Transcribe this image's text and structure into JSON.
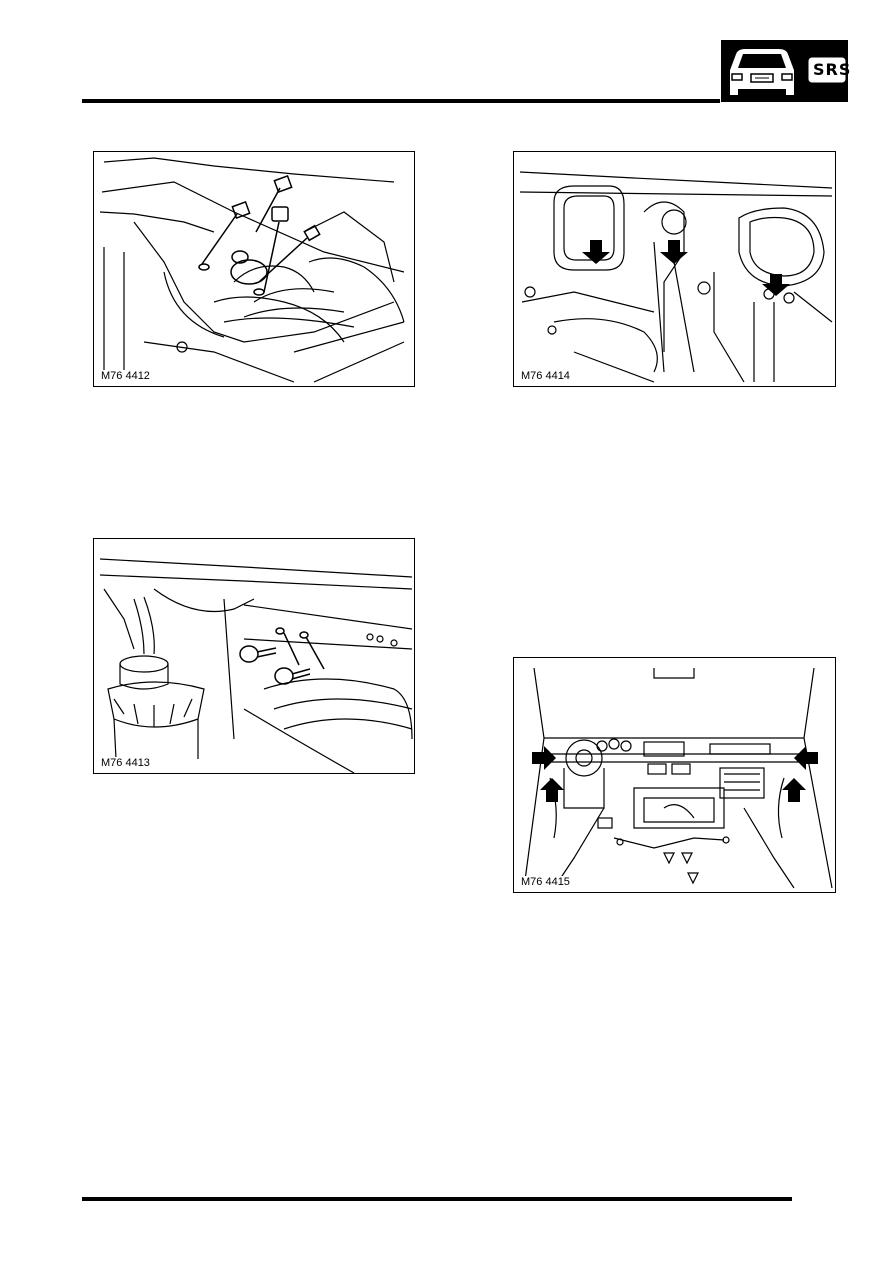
{
  "header": {
    "badge_icon": "vehicle-front-icon",
    "badge_text": "SRS"
  },
  "figures": [
    {
      "label": "M76 4412"
    },
    {
      "label": "M76 4414"
    },
    {
      "label": "M76 4413"
    },
    {
      "label": "M76 4415"
    }
  ]
}
